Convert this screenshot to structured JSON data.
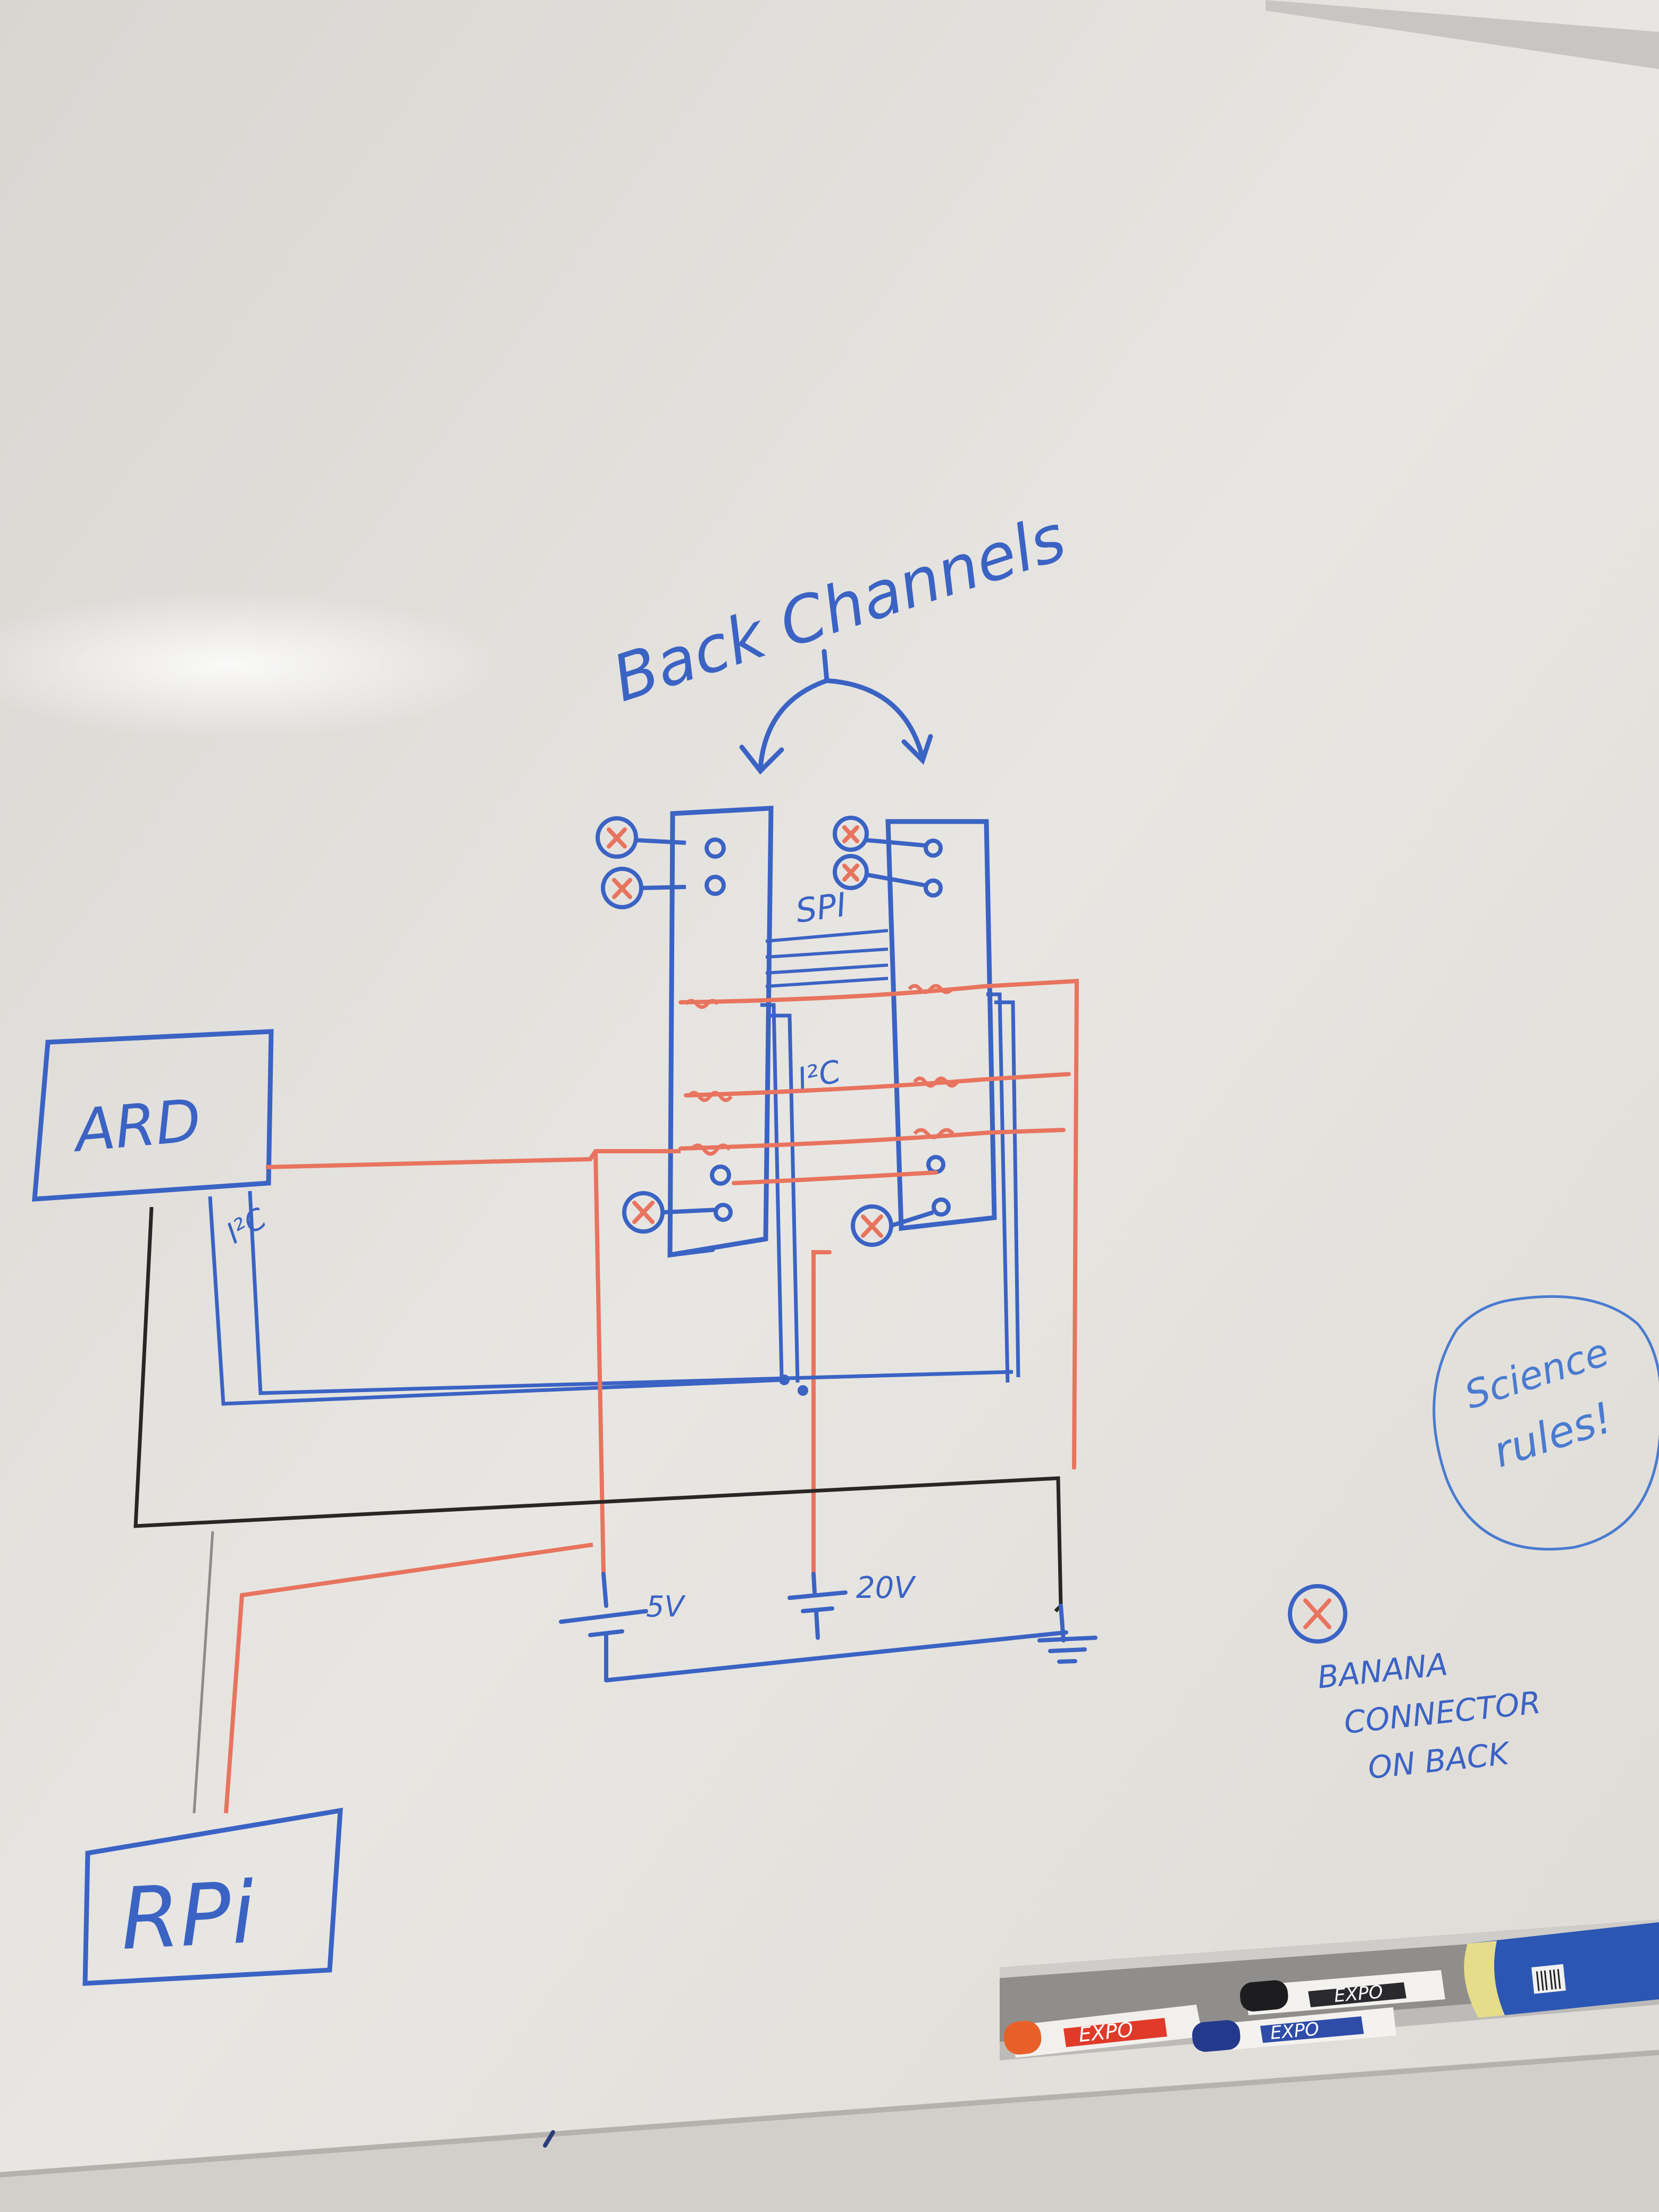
{
  "labels": {
    "back_channels": "Back Channels",
    "ard": "ARD",
    "rpi": "RPi",
    "spi": "SPI",
    "i2c_board": "I²C",
    "i2c_arduino": "I²C",
    "v5": "5V",
    "v20": "20V",
    "science_rules_line1": "Science",
    "science_rules_line2": "rules!",
    "legend_line1": "BANANA",
    "legend_line2": "CONNECTOR",
    "legend_line3": "ON BACK",
    "marker_brand": "EXPO"
  },
  "colors": {
    "board": "#e6e3df",
    "ink_blue": "#3b63c4",
    "ink_red": "#e8745f",
    "ink_black": "#2a2626",
    "frame": "#b9b7b3",
    "tray": "#a9a8a6"
  }
}
